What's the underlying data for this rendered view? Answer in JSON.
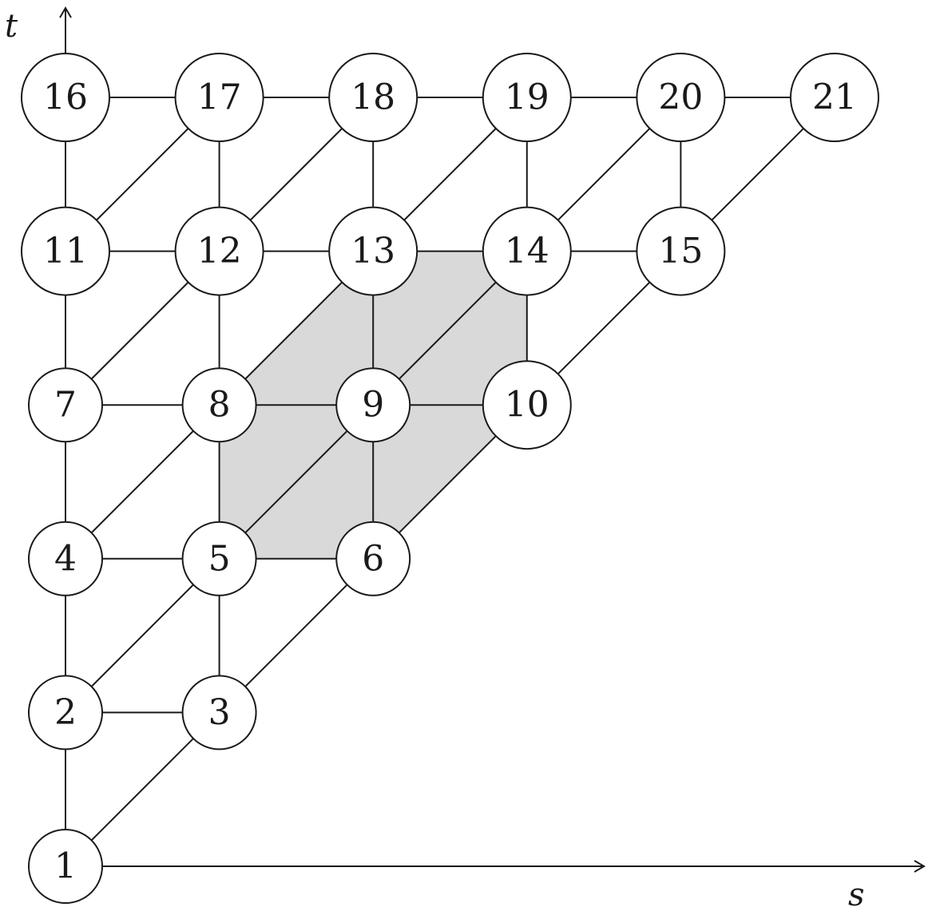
{
  "diagram": {
    "axes": {
      "x_label": "s",
      "y_label": "t"
    },
    "shaded_region_color": "#d9d9d9",
    "line_color": "#1a1a1a",
    "nodes": [
      {
        "id": 1,
        "label": "1",
        "i": 0,
        "j": 0
      },
      {
        "id": 2,
        "label": "2",
        "i": 0,
        "j": 1
      },
      {
        "id": 3,
        "label": "3",
        "i": 1,
        "j": 1
      },
      {
        "id": 4,
        "label": "4",
        "i": 0,
        "j": 2
      },
      {
        "id": 5,
        "label": "5",
        "i": 1,
        "j": 2
      },
      {
        "id": 6,
        "label": "6",
        "i": 2,
        "j": 2
      },
      {
        "id": 7,
        "label": "7",
        "i": 0,
        "j": 3
      },
      {
        "id": 8,
        "label": "8",
        "i": 1,
        "j": 3
      },
      {
        "id": 9,
        "label": "9",
        "i": 2,
        "j": 3
      },
      {
        "id": 10,
        "label": "10",
        "i": 3,
        "j": 3
      },
      {
        "id": 11,
        "label": "11",
        "i": 0,
        "j": 4
      },
      {
        "id": 12,
        "label": "12",
        "i": 1,
        "j": 4
      },
      {
        "id": 13,
        "label": "13",
        "i": 2,
        "j": 4
      },
      {
        "id": 14,
        "label": "14",
        "i": 3,
        "j": 4
      },
      {
        "id": 15,
        "label": "15",
        "i": 4,
        "j": 4
      },
      {
        "id": 16,
        "label": "16",
        "i": 0,
        "j": 5
      },
      {
        "id": 17,
        "label": "17",
        "i": 1,
        "j": 5
      },
      {
        "id": 18,
        "label": "18",
        "i": 2,
        "j": 5
      },
      {
        "id": 19,
        "label": "19",
        "i": 3,
        "j": 5
      },
      {
        "id": 20,
        "label": "20",
        "i": 4,
        "j": 5
      },
      {
        "id": 21,
        "label": "21",
        "i": 5,
        "j": 5
      }
    ],
    "edges": [
      [
        1,
        2
      ],
      [
        1,
        3
      ],
      [
        2,
        3
      ],
      [
        2,
        4
      ],
      [
        2,
        5
      ],
      [
        3,
        5
      ],
      [
        3,
        6
      ],
      [
        4,
        5
      ],
      [
        4,
        7
      ],
      [
        4,
        8
      ],
      [
        5,
        6
      ],
      [
        5,
        8
      ],
      [
        5,
        9
      ],
      [
        6,
        9
      ],
      [
        6,
        10
      ],
      [
        7,
        8
      ],
      [
        7,
        11
      ],
      [
        7,
        12
      ],
      [
        8,
        9
      ],
      [
        8,
        12
      ],
      [
        8,
        13
      ],
      [
        9,
        10
      ],
      [
        9,
        13
      ],
      [
        9,
        14
      ],
      [
        10,
        14
      ],
      [
        10,
        15
      ],
      [
        11,
        12
      ],
      [
        11,
        16
      ],
      [
        11,
        17
      ],
      [
        12,
        13
      ],
      [
        12,
        17
      ],
      [
        12,
        18
      ],
      [
        13,
        14
      ],
      [
        13,
        18
      ],
      [
        13,
        19
      ],
      [
        14,
        15
      ],
      [
        14,
        19
      ],
      [
        14,
        20
      ],
      [
        15,
        20
      ],
      [
        15,
        21
      ],
      [
        16,
        17
      ],
      [
        17,
        18
      ],
      [
        18,
        19
      ],
      [
        19,
        20
      ],
      [
        20,
        21
      ]
    ],
    "shaded_region": [
      5,
      6,
      10,
      14,
      13,
      8
    ]
  }
}
